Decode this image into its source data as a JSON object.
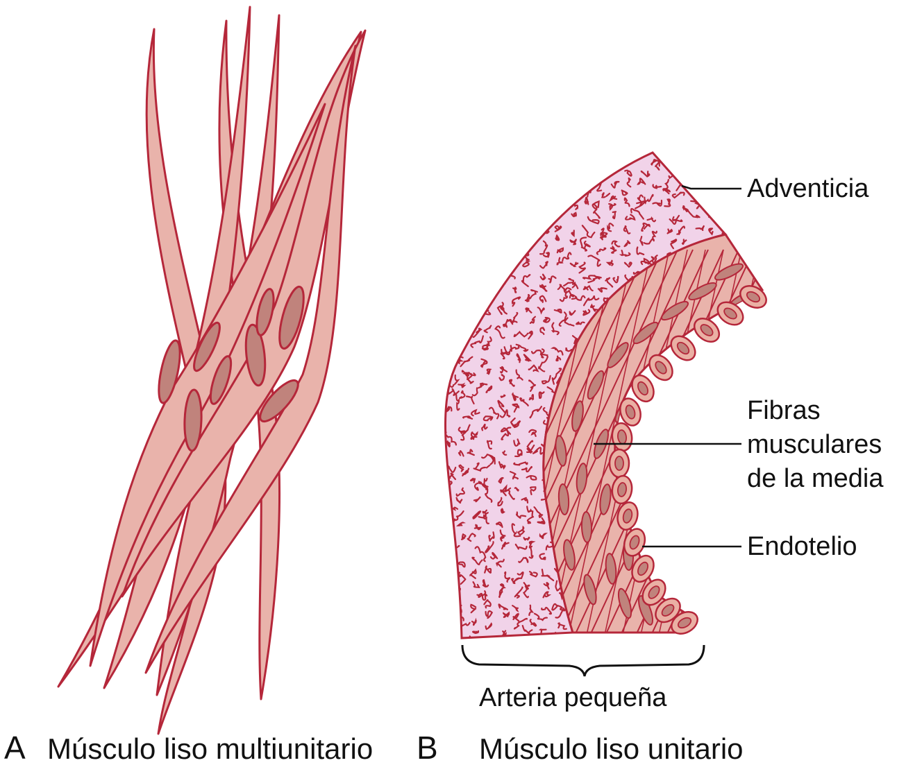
{
  "panel_a": {
    "letter": "A",
    "caption": "Músculo liso multiunitario"
  },
  "panel_b": {
    "letter": "B",
    "caption": "Músculo liso unitario",
    "labels": {
      "adventicia": "Adventicia",
      "fibras_line1": "Fibras",
      "fibras_line2": "musculares",
      "fibras_line3": "de la media",
      "endotelio": "Endotelio",
      "arteria": "Arteria pequeña"
    }
  },
  "colors": {
    "outline": "#b5273a",
    "cell_fill": "#e9b3ab",
    "nucleus_fill": "#c0837c",
    "adventitia_fill": "#f1d3e9",
    "endothelium_fill": "#eab0a4",
    "text": "#111111"
  }
}
